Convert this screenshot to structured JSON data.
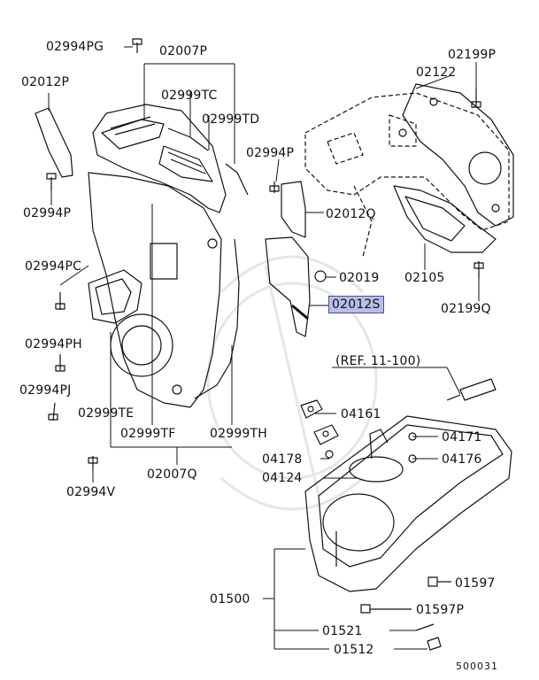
{
  "labels": {
    "p02994PG": "02994PG",
    "p02007P": "02007P",
    "p02012P": "02012P",
    "p02999TC": "02999TC",
    "p02999TD": "02999TD",
    "p02199P": "02199P",
    "p02122": "02122",
    "p02994P_top": "02994P",
    "p02994P_left": "02994P",
    "p02012Q": "02012Q",
    "p02994PC": "02994PC",
    "p02019": "02019",
    "p02105": "02105",
    "p02012S": "02012S",
    "p02199Q": "02199Q",
    "p02994PH": "02994PH",
    "ref": "(REF. 11-100)",
    "p02994PJ": "02994PJ",
    "p04161": "04161",
    "p02999TE": "02999TE",
    "p02999TF": "02999TF",
    "p02999TH": "02999TH",
    "p04171": "04171",
    "p04178": "04178",
    "p04176": "04176",
    "p02007Q": "02007Q",
    "p04124": "04124",
    "p02994V": "02994V",
    "p01597": "01597",
    "p01500": "01500",
    "p01597P": "01597P",
    "p01521": "01521",
    "p01512": "01512",
    "diagram_number": "500031"
  },
  "highlighted_part": "02012S",
  "colors": {
    "highlight_fill": "#b9bde8",
    "line": "#111111"
  }
}
